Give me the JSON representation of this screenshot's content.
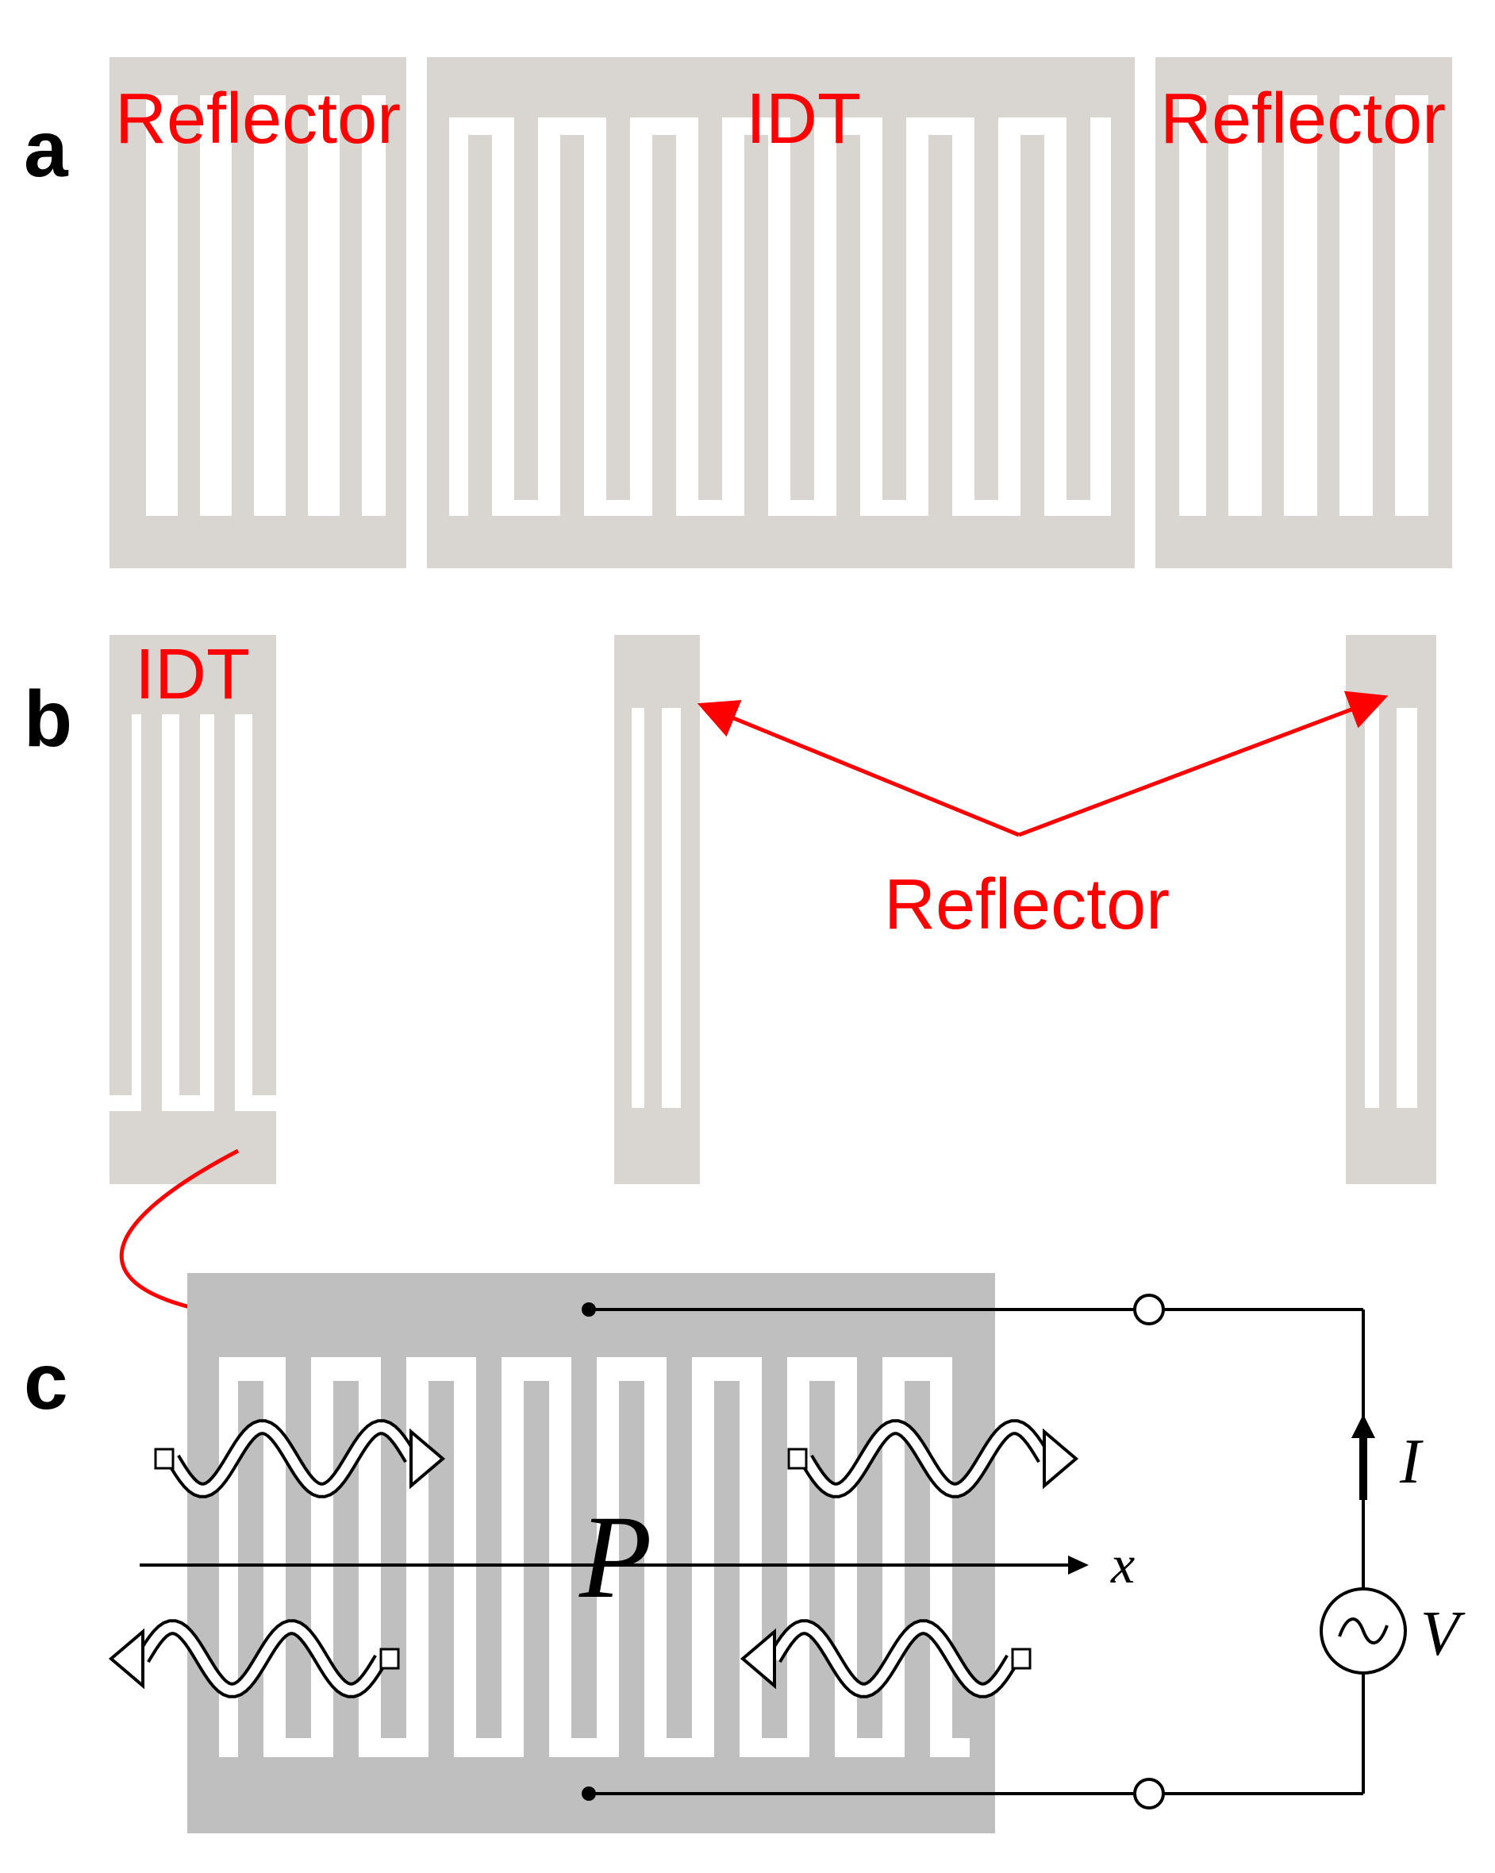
{
  "panels": {
    "a": {
      "label": "a",
      "left_reflector_label": "Reflector",
      "idt_label": "IDT",
      "right_reflector_label": "Reflector"
    },
    "b": {
      "label": "b",
      "idt_label": "IDT",
      "reflector_label": "Reflector"
    },
    "c": {
      "label": "c",
      "polarization_label": "P",
      "axis_label": "x",
      "current_label": "I",
      "voltage_label": "V"
    }
  },
  "colors": {
    "electrode_light": "#d9d6d2",
    "electrode_dark": "#bfbfbf",
    "label_red": "#ff0000",
    "ink": "#000000"
  }
}
